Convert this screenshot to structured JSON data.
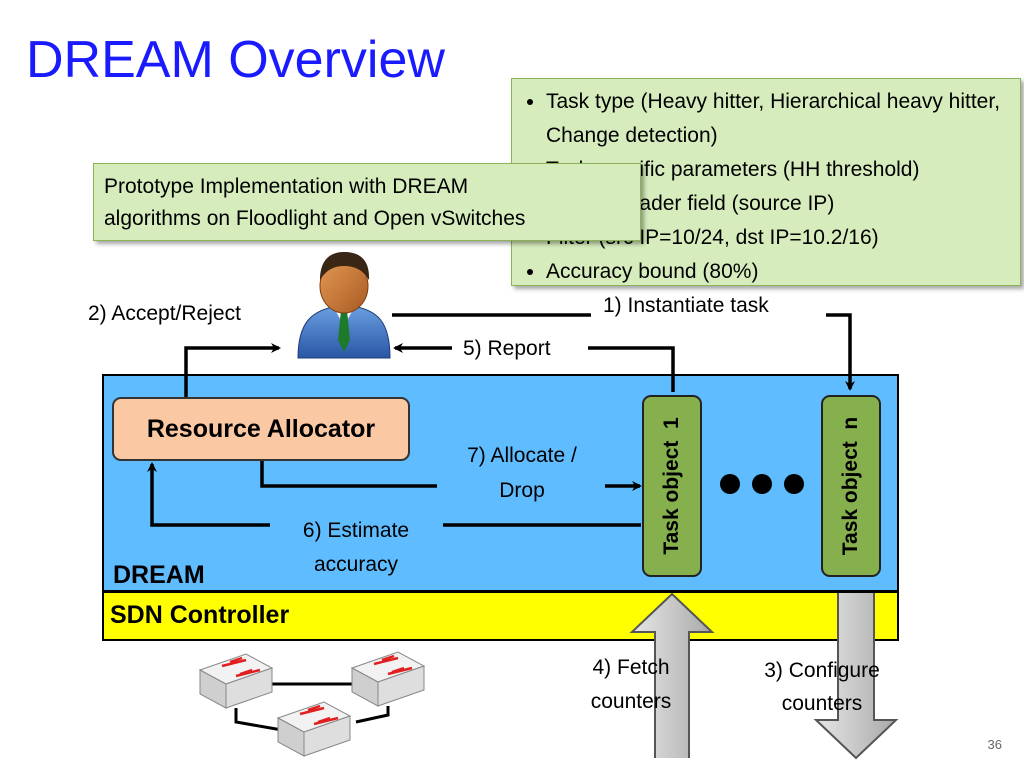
{
  "title": "DREAM Overview",
  "task_box": {
    "bullets": [
      "Task type (Heavy hitter, Hierarchical heavy hitter, Change detection)",
      "Task specific parameters (HH threshold)",
      "Packet header field (source IP)",
      "Filter (src IP=10/24, dst IP=10.2/16)",
      "Accuracy bound (80%)"
    ]
  },
  "prototype_box": {
    "line1": "Prototype Implementation with DREAM",
    "line2": "algorithms on Floodlight and Open vSwitches"
  },
  "labels": {
    "accept_reject": "2) Accept/Reject",
    "instantiate": "1) Instantiate task",
    "report": "5) Report",
    "allocate_1": "7) Allocate /",
    "allocate_2": "Drop",
    "estimate_1": "6) Estimate",
    "estimate_2": "accuracy",
    "fetch_1": "4) Fetch",
    "fetch_2": "counters",
    "configure_1": "3) Configure",
    "configure_2": "counters"
  },
  "resource_allocator": "Resource Allocator",
  "task_object_1": "Task object  1",
  "task_object_n": "Task object  n",
  "dream_label": "DREAM",
  "sdn_label": "SDN Controller",
  "page_number": "36",
  "icons": {
    "user": "user-icon",
    "switch": "network-switch-icon",
    "ellipsis": "ellipsis-icon"
  },
  "colors": {
    "title": "#1a1aff",
    "dream_area": "#5fbcff",
    "sdn_bar": "#ffff00",
    "resource_allocator": "#fbc8a4",
    "task_object": "#86b04e",
    "note_box": "#d6ecbd"
  }
}
